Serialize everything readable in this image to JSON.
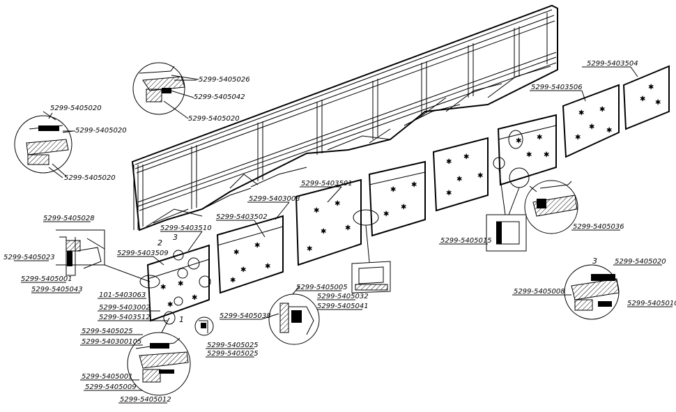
{
  "drawing": {
    "callouts_top_left": [
      "5299-5405026",
      "5299-5405042",
      "5299-5405020"
    ],
    "callouts_left_circle": [
      "5299-5405020",
      "5299-5405020",
      "5299-5405020"
    ],
    "callouts_right_panels": [
      "5299-5403504",
      "5299-5403506"
    ],
    "callouts_mid_panels": [
      "5299-5403501",
      "5299-5403003",
      "5299-5403502",
      "5299-5403510"
    ],
    "callouts_left_detail": [
      "5299-5405028",
      "5299-5405023",
      "5299-5405001",
      "5299-5405043"
    ],
    "callouts_left_panel": [
      "5299-5403509",
      "101-5403063",
      "5299-5403002",
      "5299-5403512"
    ],
    "callouts_bottom_left": [
      "5299-5405025",
      "5299-540300105",
      "5299-5405001",
      "5299-5405009",
      "5299-5405012"
    ],
    "callouts_center_bottom": [
      "5299-5405038",
      "5299-5405005",
      "5299-5405032",
      "5299-5405041",
      "5299-5405025",
      "5299-5405025"
    ],
    "callouts_right": [
      "5299-5405015",
      "5299-5405036"
    ],
    "callouts_right_circle": [
      "5299-5405020",
      "5299-5405008",
      "5299-5405010"
    ],
    "numbers": [
      "1",
      "2",
      "3",
      "3"
    ]
  }
}
